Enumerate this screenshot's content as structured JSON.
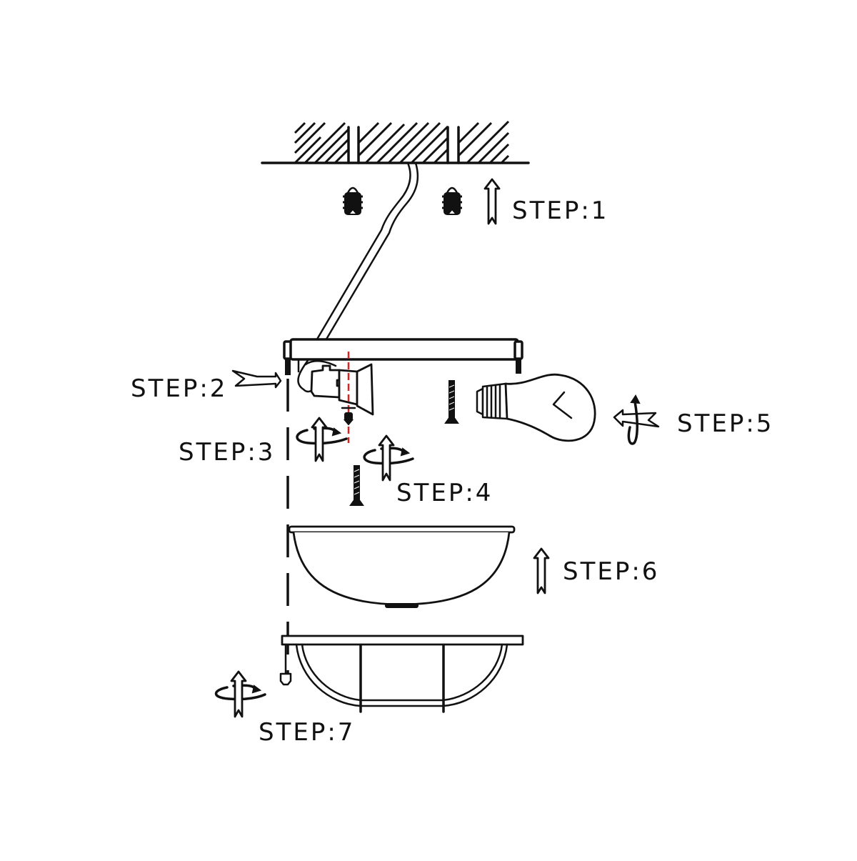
{
  "diagram": {
    "title": "Ceiling light installation diagram",
    "colors": {
      "line": "#111111",
      "background": "#ffffff",
      "axis_marker": "#dd2222"
    },
    "steps": [
      {
        "id": 1,
        "label": "STEP:1",
        "icon": "up-arrow-icon",
        "component": "wall-anchors"
      },
      {
        "id": 2,
        "label": "STEP:2",
        "icon": "right-arrow-icon",
        "component": "mounting-bracket"
      },
      {
        "id": 3,
        "label": "STEP:3",
        "icon": "rotate-up-arrow-icon",
        "component": "bracket-screw"
      },
      {
        "id": 4,
        "label": "STEP:4",
        "icon": "rotate-up-arrow-icon",
        "component": "mounting-screws"
      },
      {
        "id": 5,
        "label": "STEP:5",
        "icon": "rotate-left-arrow-icon",
        "component": "light-bulb"
      },
      {
        "id": 6,
        "label": "STEP:6",
        "icon": "up-arrow-icon",
        "component": "glass-bowl-shade"
      },
      {
        "id": 7,
        "label": "STEP:7",
        "icon": "rotate-up-arrow-icon",
        "component": "cage-guard"
      }
    ],
    "components": [
      "ceiling",
      "electrical-cable",
      "wall-anchors",
      "mounting-bracket",
      "lamp-socket",
      "screws",
      "light-bulb",
      "glass-bowl-shade",
      "cage-guard",
      "knurled-nut"
    ]
  }
}
